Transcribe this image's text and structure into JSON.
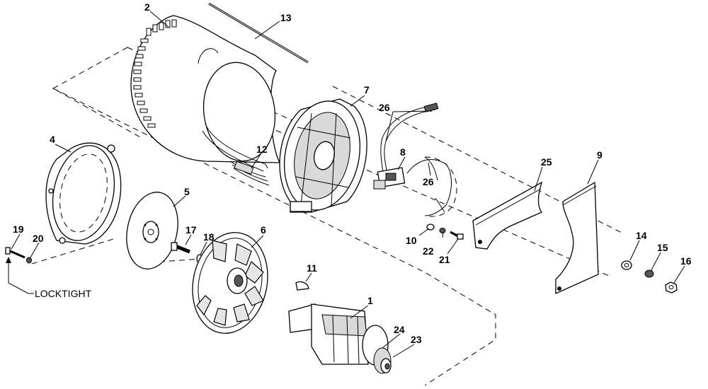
{
  "callouts": {
    "c1": "1",
    "c2": "2",
    "c4": "4",
    "c5": "5",
    "c6": "6",
    "c7": "7",
    "c8": "8",
    "c9": "9",
    "c10": "10",
    "c11": "11",
    "c12": "12",
    "c13": "13",
    "c14": "14",
    "c15": "15",
    "c16": "16",
    "c17": "17",
    "c18": "18",
    "c19": "19",
    "c20": "20",
    "c21": "21",
    "c22": "22",
    "c23": "23",
    "c24": "24",
    "c25": "25",
    "c26a": "26",
    "c26b": "26"
  },
  "note": "LOCKTIGHT"
}
